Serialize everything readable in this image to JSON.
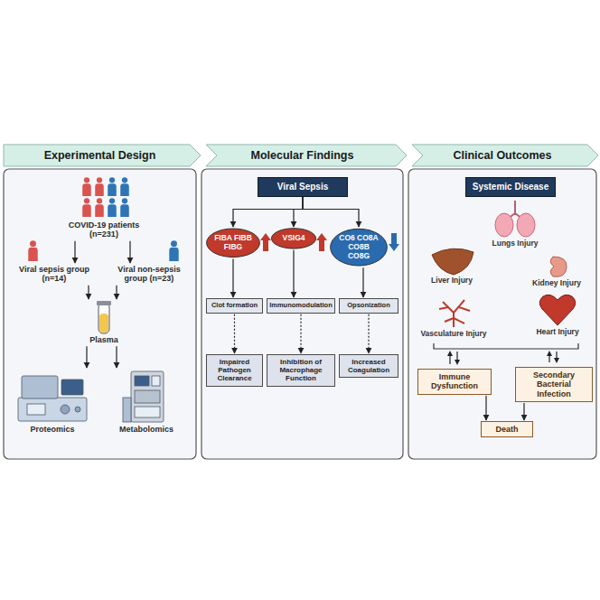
{
  "diagram": {
    "nodes": [
      {
        "text": [
          "Experimental Design"
        ]
      },
      {
        "text": [
          "COVID-19 patients (n=231)"
        ],
        "in": 0
      },
      {
        "text": [
          "Viral sepsis group (n=14)"
        ],
        "in": 0
      },
      {
        "text": [
          "Viral non-sepsis group (n=23)"
        ],
        "in": 0
      },
      {
        "text": [
          "Plasma"
        ],
        "in": 0
      },
      {
        "text": [
          "Proteomics"
        ],
        "in": 0
      },
      {
        "text": [
          "Metabolomics"
        ],
        "in": 0
      },
      {
        "text": [
          "Molecular Findings"
        ]
      },
      {
        "text": [
          "Viral Sepsis"
        ],
        "in": 7
      },
      {
        "text": [
          "FIBA FIBB FIBG"
        ],
        "in": 7
      },
      {
        "text": [
          "VSIG4"
        ],
        "in": 7
      },
      {
        "text": [
          "CO6 CO8A CO8B CO8G"
        ],
        "in": 7
      },
      {
        "text": [
          "Clot formation"
        ],
        "in": 7
      },
      {
        "text": [
          "Immunomodulation"
        ],
        "in": 7
      },
      {
        "text": [
          "Opsonization"
        ],
        "in": 7
      },
      {
        "text": [
          "Impaired Pathogen Clearance"
        ],
        "in": 7
      },
      {
        "text": [
          "Inhibition of Macrophage Function"
        ],
        "in": 7
      },
      {
        "text": [
          "Increased Coagulation"
        ],
        "in": 7
      },
      {
        "text": [
          "Clinical Outcomes"
        ]
      },
      {
        "text": [
          "Systemic Disease"
        ],
        "in": 18
      },
      {
        "text": [
          "Immune Dysfunction"
        ],
        "in": 18
      },
      {
        "text": [
          "Secondary Bacterial Infection"
        ],
        "in": 18
      },
      {
        "text": [
          "Death"
        ],
        "in": 18
      }
    ],
    "edges": [
      {
        "from": 1,
        "to": 2,
        "arrow": "to"
      },
      {
        "from": 1,
        "to": 3,
        "arrow": "to"
      },
      {
        "from": 2,
        "to": 4,
        "arrow": "to"
      },
      {
        "from": 3,
        "to": 4,
        "arrow": "to"
      },
      {
        "from": 4,
        "to": 5,
        "arrow": "to"
      },
      {
        "from": 4,
        "to": 6,
        "arrow": "to"
      },
      {
        "from": 8,
        "to": 9,
        "arrow": "to"
      },
      {
        "from": 8,
        "to": 10,
        "arrow": "to"
      },
      {
        "from": 8,
        "to": 11,
        "arrow": "to"
      },
      {
        "from": 9,
        "to": 12,
        "arrow": "to"
      },
      {
        "from": 10,
        "to": 13,
        "arrow": "to"
      },
      {
        "from": 11,
        "to": 14,
        "arrow": "to"
      },
      {
        "from": 12,
        "to": 15,
        "arrow": "to"
      },
      {
        "from": 13,
        "to": 16,
        "arrow": "to"
      },
      {
        "from": 14,
        "to": 17,
        "arrow": "to"
      },
      {
        "from": 20,
        "to": 22,
        "arrow": "to"
      },
      {
        "from": 21,
        "to": 22,
        "arrow": "to"
      }
    ],
    "labels": [
      "Lungs Injury",
      "Liver Injury",
      "Kidney Injury",
      "Vasculature Injury",
      "Heart Injury"
    ]
  }
}
